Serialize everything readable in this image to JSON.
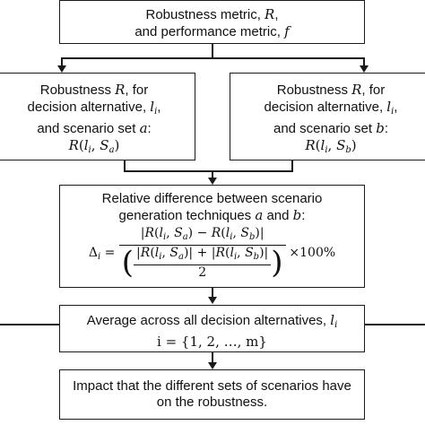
{
  "boxes": {
    "metrics": {
      "line1_text": "Robustness metric, ",
      "line1_var": "R",
      "line1_end": ",",
      "line2_text": "and performance metric, ",
      "line2_var": "f"
    },
    "left": {
      "line1_text": "Robustness ",
      "line1_var": "R",
      "line1_end": ", for",
      "line2_text": "decision alternative, ",
      "line2_var": "l",
      "line2_sub": "i",
      "line2_end": ",",
      "line3_text": "and scenario set ",
      "line3_var": "a",
      "line3_end": ":",
      "formula_sub": "a"
    },
    "right": {
      "line1_text": "Robustness ",
      "line1_var": "R",
      "line1_end": ", for",
      "line2_text": "decision alternative, ",
      "line2_var": "l",
      "line2_sub": "i",
      "line2_end": ",",
      "line3_text": "and scenario set ",
      "line3_var": "b",
      "line3_end": ":",
      "formula_sub": "b"
    },
    "relative": {
      "line1": "Relative difference between scenario",
      "line2_text": "generation techniques ",
      "line2_a": "a",
      "line2_and": " and ",
      "line2_b": "b",
      "line2_end": ":",
      "delta": "Δ",
      "delta_sub": "i",
      "times": "×100%"
    },
    "average": {
      "line1_text": "Average across all decision alternatives, ",
      "line1_var": "l",
      "line1_sub": "i",
      "line2": "i = {1, 2, …, m}"
    },
    "impact": {
      "line1": "Impact that the different sets of scenarios have",
      "line2": "on the robustness."
    }
  }
}
